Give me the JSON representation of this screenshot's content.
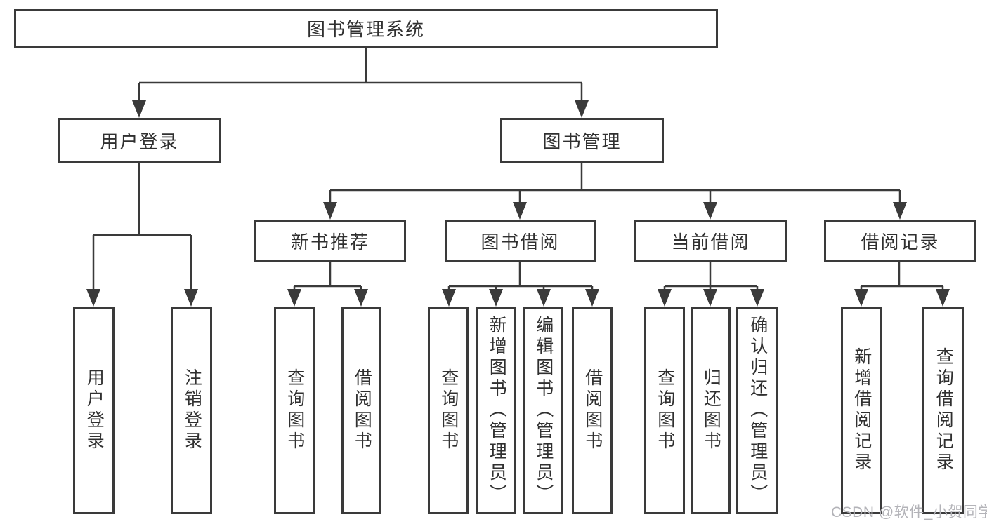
{
  "diagram": {
    "colors": {
      "line": "#3a3a3a",
      "box_border": "#3a3a3a",
      "text": "#303030",
      "background": "#ffffff",
      "watermark_text_color": "#b3b3b8"
    },
    "watermark": {
      "text": "CSDN @软件_小贺同学"
    },
    "tree": {
      "label": "图书管理系统",
      "children": [
        {
          "label": "用户登录",
          "children": [
            {
              "label": "用户登录"
            },
            {
              "label": "注销登录"
            }
          ]
        },
        {
          "label": "图书管理",
          "children": [
            {
              "label": "新书推荐",
              "children": [
                {
                  "label": "查询图书"
                },
                {
                  "label": "借阅图书"
                }
              ]
            },
            {
              "label": "图书借阅",
              "children": [
                {
                  "label": "查询图书"
                },
                {
                  "label": "新增图书（管理员）"
                },
                {
                  "label": "编辑图书（管理员）"
                },
                {
                  "label": "借阅图书"
                }
              ]
            },
            {
              "label": "当前借阅",
              "children": [
                {
                  "label": "查询图书"
                },
                {
                  "label": "归还图书"
                },
                {
                  "label": "确认归还（管理员）"
                }
              ]
            },
            {
              "label": "借阅记录",
              "children": [
                {
                  "label": "新增借阅记录"
                },
                {
                  "label": "查询借阅记录"
                }
              ]
            }
          ]
        }
      ]
    }
  }
}
